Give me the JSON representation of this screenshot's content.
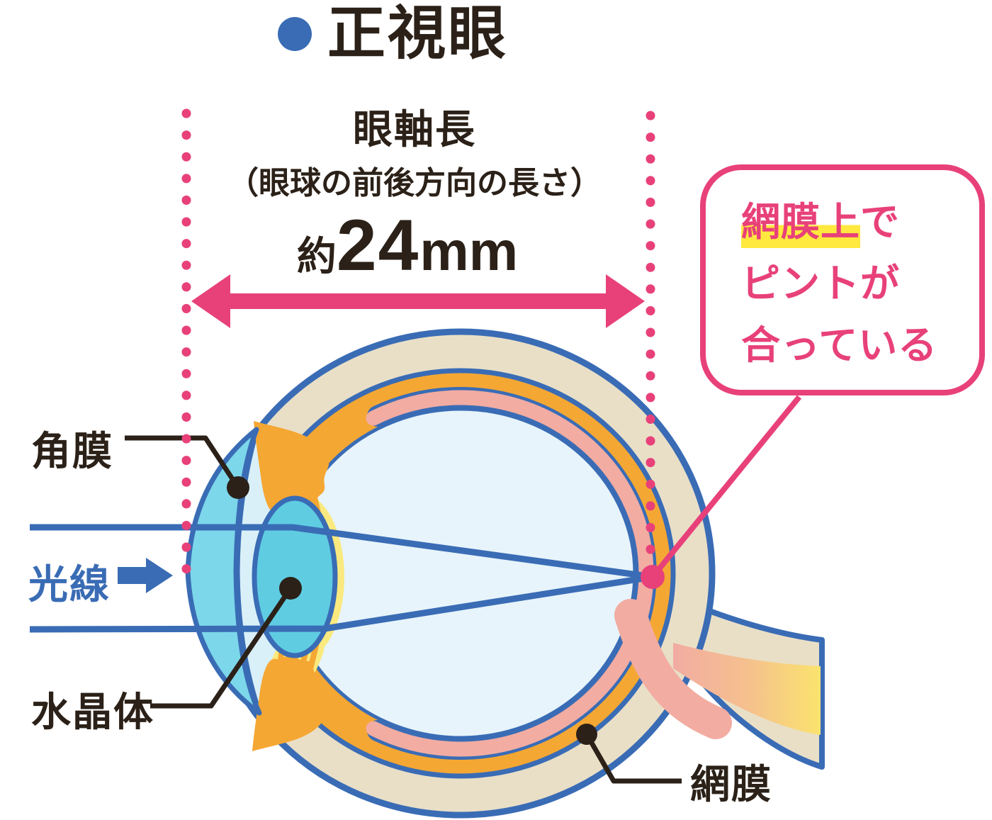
{
  "title": {
    "text": "正視眼"
  },
  "axial": {
    "label": "眼軸長",
    "sublabel": "（眼球の前後方向の長さ）",
    "value_prefix": "約",
    "value_number": "24",
    "value_unit": "mm"
  },
  "bubble": {
    "line1_highlight": "網膜上",
    "line1_rest": "で",
    "line2": "ピントが",
    "line3": "合っている"
  },
  "labels": {
    "cornea": "角膜",
    "light_ray": "光線",
    "lens": "水晶体",
    "retina": "網膜"
  },
  "colors": {
    "pink": "#E8417A",
    "blue": "#3A6CB5",
    "ink": "#2B2118",
    "cream": "#E9DFC7",
    "orange": "#F5A733",
    "retina": "#F2ACA2",
    "pale": "#E7F4FB",
    "cornea": "#7CD7EA",
    "ac": "#D9F0F9",
    "lens": "#5FCCE2",
    "yellow": "#FAE97E",
    "highlight": "#FFE93F",
    "nerveyellow": "#FAE36E"
  }
}
